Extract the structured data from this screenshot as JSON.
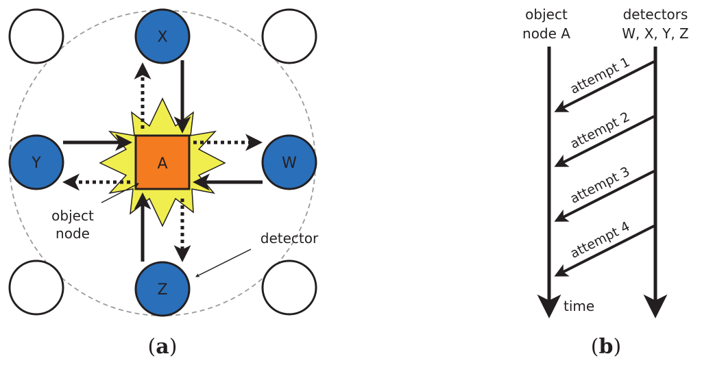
{
  "colors": {
    "detector_fill": "#2a6fba",
    "object_fill": "#f47b20",
    "burst_fill": "#f0ee4e",
    "stroke": "#231f20",
    "range_circle": "#9a9a9a"
  },
  "panel_a": {
    "caption_open": "(",
    "caption_letter": "a",
    "caption_close": ")",
    "object_node_label": "A",
    "detectors": [
      {
        "label": "X"
      },
      {
        "label": "Y"
      },
      {
        "label": "W"
      },
      {
        "label": "Z"
      }
    ],
    "object_annotation": [
      "object",
      "node"
    ],
    "detector_annotation": "detector"
  },
  "panel_b": {
    "caption_open": "(",
    "caption_letter": "b",
    "caption_close": ")",
    "left_header": [
      "object",
      "node A"
    ],
    "right_header": [
      "detectors",
      "W, X, Y, Z"
    ],
    "attempts": [
      "attempt 1",
      "attempt 2",
      "attempt 3",
      "attempt 4"
    ],
    "time_label": "time"
  }
}
